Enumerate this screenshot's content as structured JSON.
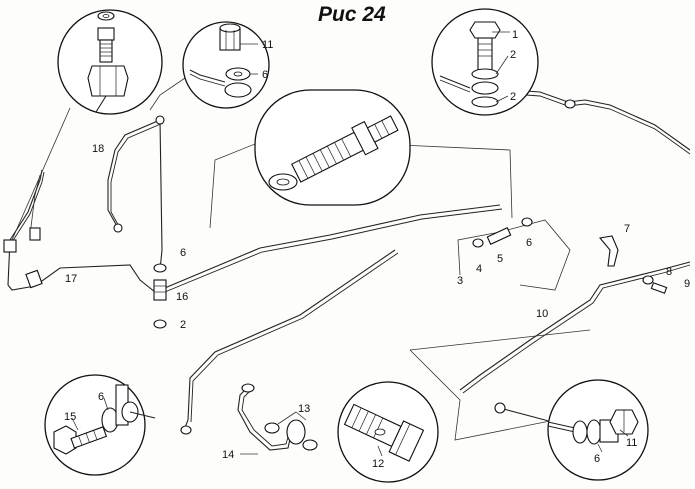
{
  "title": "Рис 24",
  "callouts": {
    "c1": "1",
    "c2a": "2",
    "c2b": "2",
    "c2c": "2",
    "c3": "3",
    "c4": "4",
    "c5": "5",
    "c6a": "6",
    "c6b": "6",
    "c6c": "6",
    "c6d": "6",
    "c6e": "6",
    "c7": "7",
    "c8": "8",
    "c9": "9",
    "c10": "10",
    "c11a": "11",
    "c11b": "11",
    "c12": "12",
    "c13": "13",
    "c14": "14",
    "c15": "15",
    "c16": "16",
    "c17": "17",
    "c18": "18"
  }
}
